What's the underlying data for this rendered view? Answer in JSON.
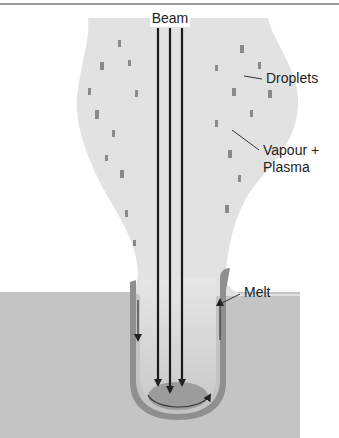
{
  "diagram": {
    "labels": [
      "Beam",
      "Droplets",
      "Vapour + Plasma",
      "Melt"
    ]
  }
}
